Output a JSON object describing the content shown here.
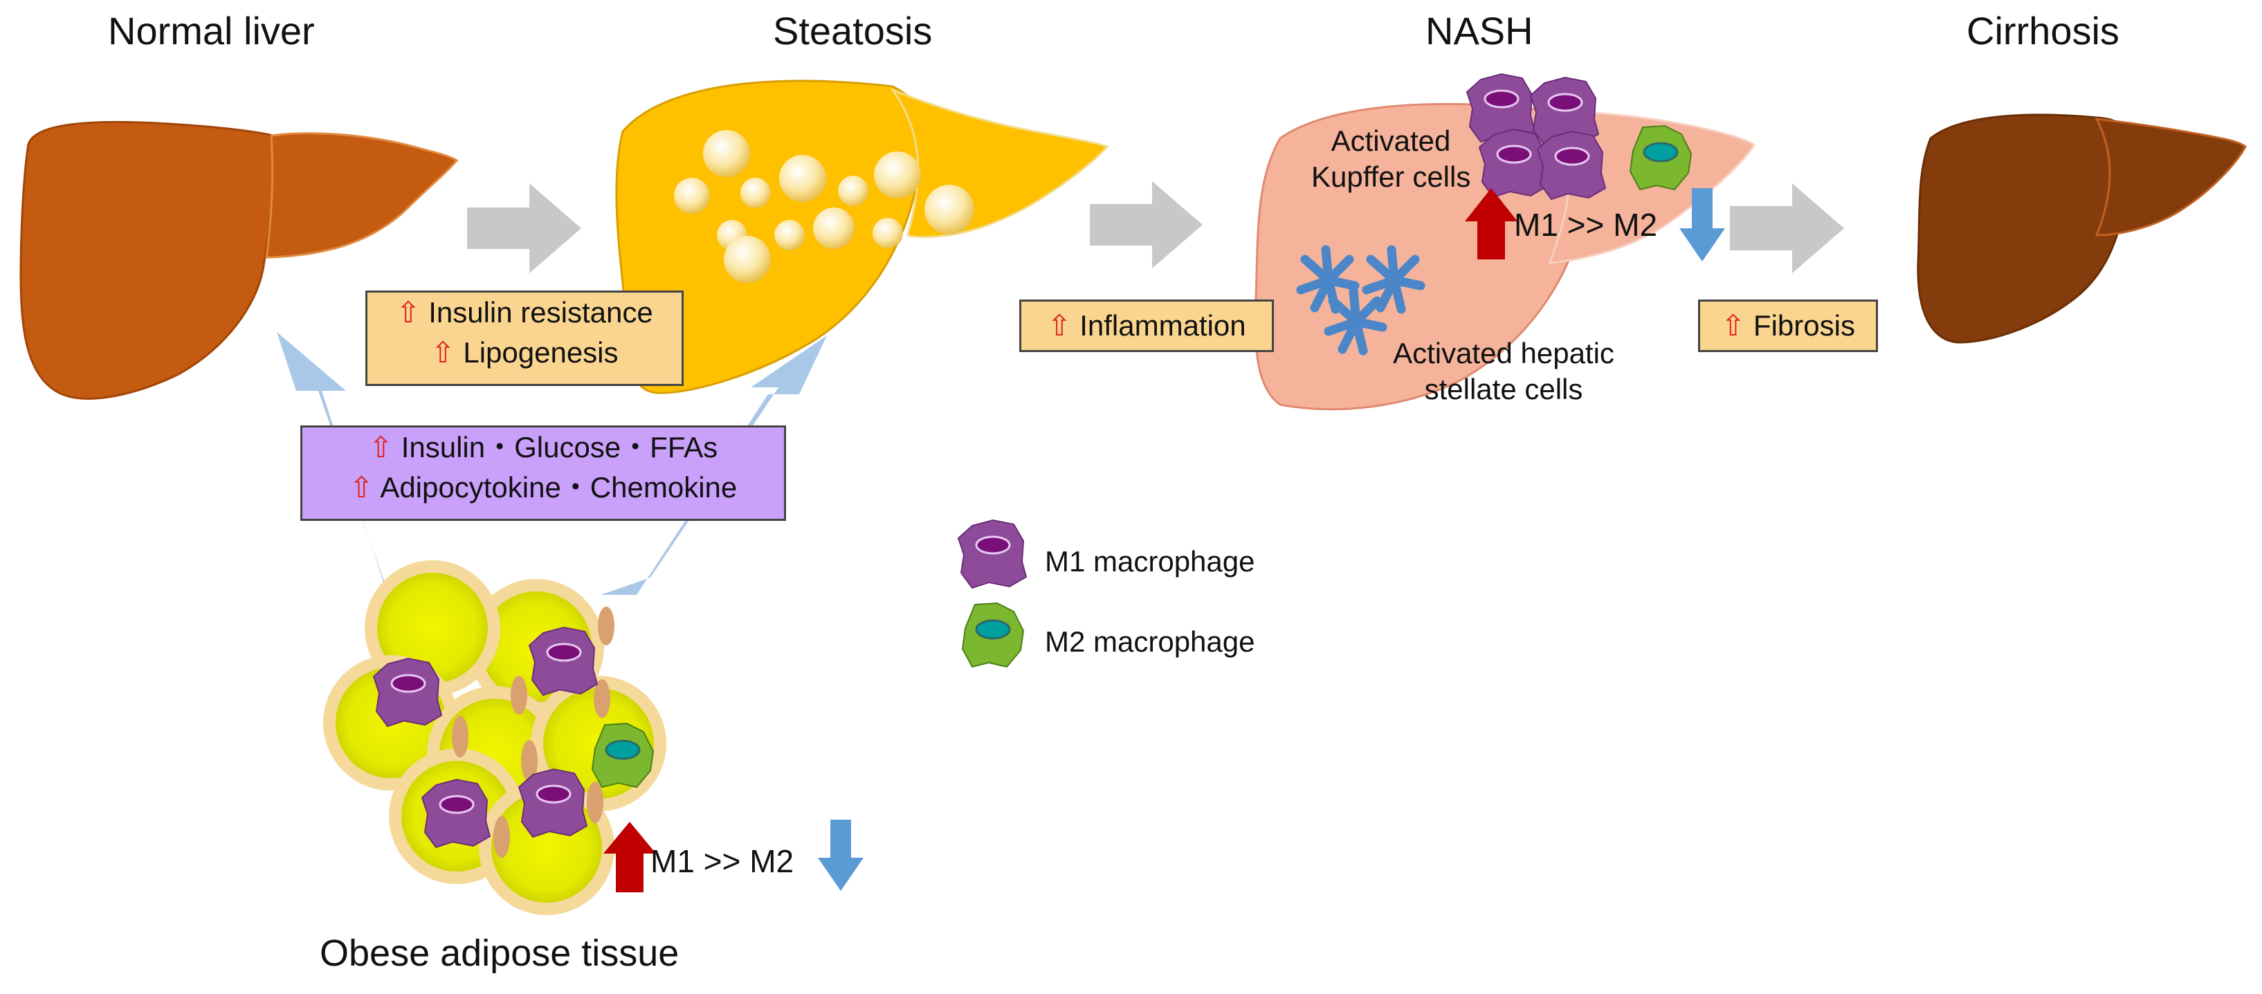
{
  "stages": {
    "normal": "Normal liver",
    "steatosis": "Steatosis",
    "nash": "NASH",
    "cirrhosis": "Cirrhosis"
  },
  "up_glyph": "⇧",
  "boxes": {
    "insulin_resistance": "Insulin resistance",
    "lipogenesis": "Lipogenesis",
    "inflammation": "Inflammation",
    "fibrosis": "Fibrosis",
    "signals_line1": "Insulin・Glucose・FFAs",
    "signals_line2": "Adipocytokine・Chemokine"
  },
  "labels": {
    "kupffer_line1": "Activated",
    "kupffer_line2": "Kupffer cells",
    "stellate_line1": "Activated hepatic",
    "stellate_line2": "stellate cells",
    "ratio": "M1 >> M2",
    "adipose": "Obese adipose tissue"
  },
  "legend": {
    "m1": "M1 macrophage",
    "m2": "M2 macrophage"
  },
  "colors": {
    "normal_liver": "#c55a11",
    "steatosis_liver": "#ffc000",
    "nash_liver": "#f4b39a",
    "cirrhosis_liver": "#843c0c",
    "m1_macrophage": "#8e4b9a",
    "m2_macrophage": "#7cb82f",
    "adipocyte": "#e8ec00",
    "up_arrow": "#c00000",
    "down_arrow": "#5b9bd5",
    "flow_arrow": "#c8c8c8",
    "signal_arrow": "#a9c8e8"
  }
}
